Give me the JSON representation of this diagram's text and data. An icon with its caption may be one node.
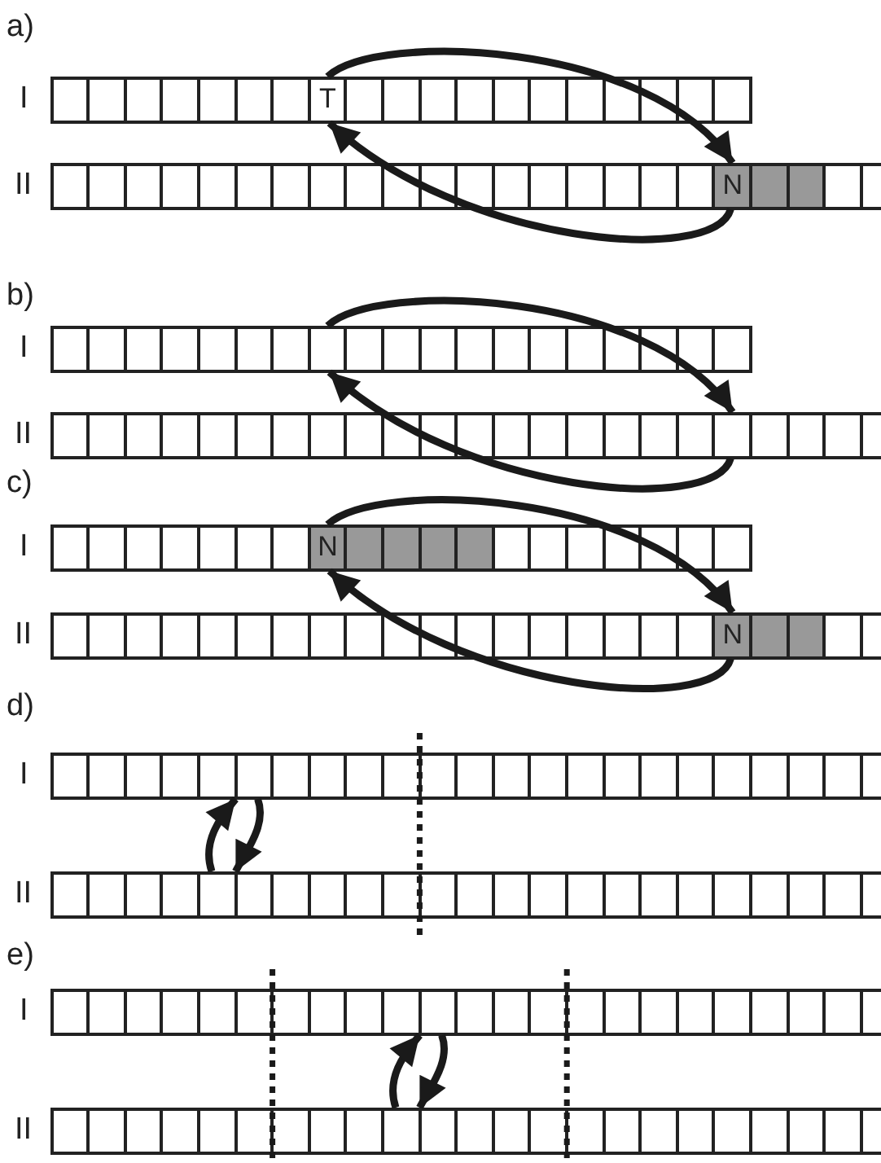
{
  "diagram": {
    "nodes": [
      {
        "text": [
          "T"
        ]
      },
      {
        "text": [
          "N"
        ]
      },
      {
        "text": [],
        "shape": "box"
      },
      {
        "text": [],
        "shape": "box"
      },
      {
        "text": [
          "N"
        ]
      },
      {
        "text": [
          "N"
        ]
      },
      {
        "text": [],
        "shape": "box"
      },
      {
        "text": [],
        "shape": "box"
      },
      {
        "text": [],
        "shape": "box"
      },
      {
        "text": [],
        "shape": "box"
      }
    ],
    "edges": [
      {
        "from": 0,
        "to": 1,
        "arrow": "to"
      },
      {
        "from": 1,
        "to": 0,
        "arrow": "to"
      },
      {
        "from": 2,
        "to": 3,
        "arrow": "to"
      },
      {
        "from": 3,
        "to": 2,
        "arrow": "to"
      },
      {
        "from": 4,
        "to": 5,
        "arrow": "to"
      },
      {
        "from": 5,
        "to": 4,
        "arrow": "to"
      },
      {
        "from": 6,
        "to": 7,
        "arrow": "to"
      },
      {
        "from": 7,
        "to": 6,
        "arrow": "to"
      },
      {
        "from": 8,
        "to": 9,
        "arrow": "to"
      },
      {
        "from": 9,
        "to": 8,
        "arrow": "to"
      }
    ],
    "labels": [
      "a)",
      "I",
      "II",
      "b)",
      "I",
      "II",
      "c)",
      "I",
      "II",
      "d)",
      "I",
      "II",
      "e)",
      "I",
      "II"
    ]
  }
}
